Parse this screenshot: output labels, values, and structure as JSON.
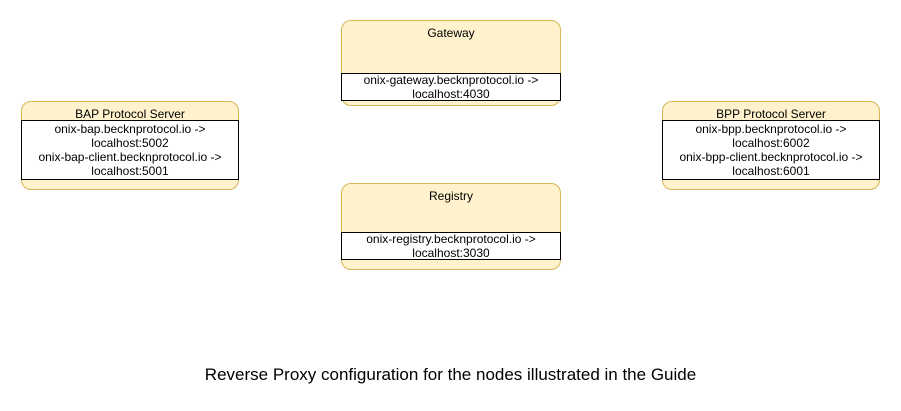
{
  "colors": {
    "background": "#FFFFFF",
    "node_fill": "#FFF2CC",
    "node_border": "#D6B656",
    "inner_fill": "#FFFFFF",
    "inner_border": "#000000",
    "text": "#000000"
  },
  "caption": "Reverse Proxy configuration for the nodes illustrated in the Guide",
  "nodes": [
    {
      "id": "gateway",
      "title": "Gateway",
      "proxy_lines": [
        "onix-gateway.becknprotocol.io ->",
        "localhost:4030"
      ]
    },
    {
      "id": "bap-protocol-server",
      "title": "BAP Protocol Server",
      "proxy_lines": [
        "onix-bap.becknprotocol.io ->",
        "localhost:5002",
        "onix-bap-client.becknprotocol.io ->",
        "localhost:5001"
      ]
    },
    {
      "id": "bpp-protocol-server",
      "title": "BPP Protocol Server",
      "proxy_lines": [
        "onix-bpp.becknprotocol.io ->",
        "localhost:6002",
        "onix-bpp-client.becknprotocol.io ->",
        "localhost:6001"
      ]
    },
    {
      "id": "registry",
      "title": "Registry",
      "proxy_lines": [
        "onix-registry.becknprotocol.io ->",
        "localhost:3030"
      ]
    }
  ]
}
